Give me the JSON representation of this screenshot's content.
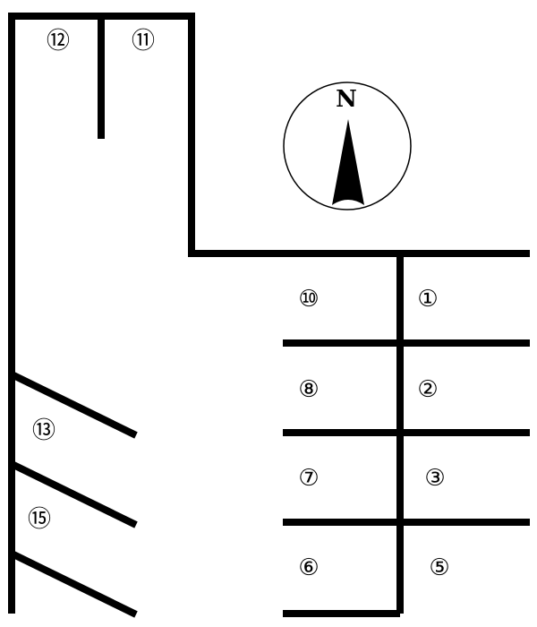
{
  "compass": {
    "north_label": "N"
  },
  "slots": [
    {
      "id": "slot-12",
      "label": "⑫"
    },
    {
      "id": "slot-11",
      "label": "⑪"
    },
    {
      "id": "slot-10",
      "label": "⑩"
    },
    {
      "id": "slot-1",
      "label": "①"
    },
    {
      "id": "slot-8",
      "label": "⑧"
    },
    {
      "id": "slot-2",
      "label": "②"
    },
    {
      "id": "slot-13",
      "label": "⑬"
    },
    {
      "id": "slot-7",
      "label": "⑦"
    },
    {
      "id": "slot-3",
      "label": "③"
    },
    {
      "id": "slot-15",
      "label": "⑮"
    },
    {
      "id": "slot-6",
      "label": "⑥"
    },
    {
      "id": "slot-5",
      "label": "⑤"
    }
  ]
}
